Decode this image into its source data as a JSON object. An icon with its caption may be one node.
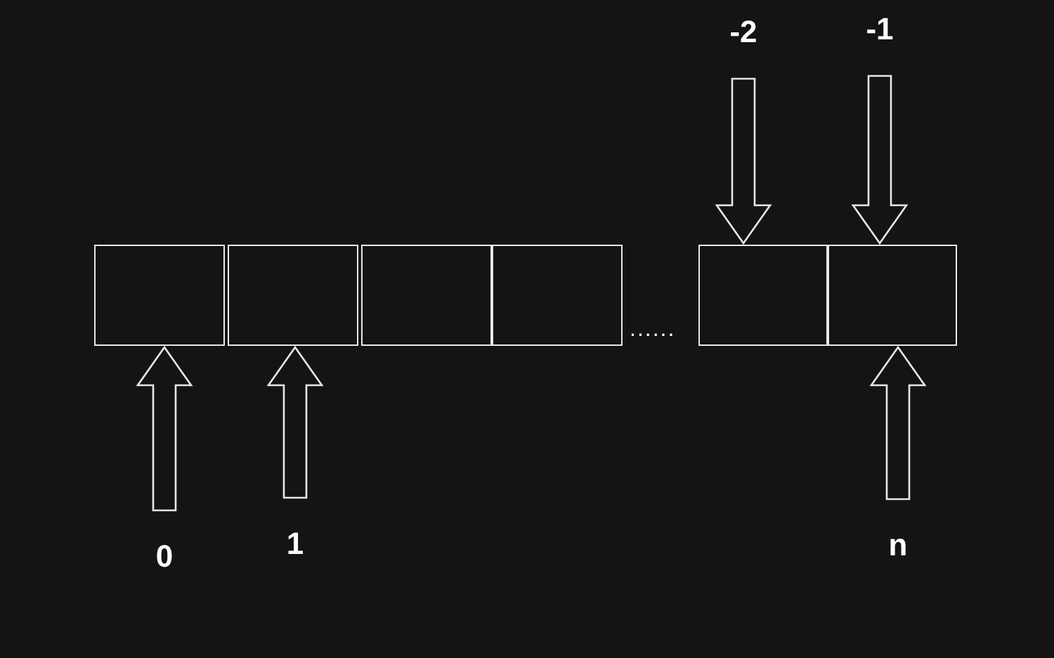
{
  "diagram": {
    "nodes": [
      {
        "text": [
          "-2"
        ]
      },
      {
        "text": [
          "-1"
        ]
      },
      {
        "text": [],
        "shape": "box"
      },
      {
        "text": [],
        "shape": "box"
      },
      {
        "text": [],
        "shape": "box"
      },
      {
        "text": [],
        "shape": "box"
      },
      {
        "text": [],
        "shape": "box"
      },
      {
        "text": [],
        "shape": "box"
      },
      {
        "text": [
          "0"
        ]
      },
      {
        "text": [
          "1"
        ]
      },
      {
        "text": [
          "n"
        ]
      }
    ],
    "edges": [
      {
        "from": 0,
        "to": 6,
        "arrow": "to"
      },
      {
        "from": 1,
        "to": 7,
        "arrow": "to"
      },
      {
        "from": 8,
        "to": 2,
        "arrow": "to"
      },
      {
        "from": 9,
        "to": 3,
        "arrow": "to"
      },
      {
        "from": 10,
        "to": 7,
        "arrow": "to"
      }
    ],
    "labels": [
      "......"
    ]
  }
}
